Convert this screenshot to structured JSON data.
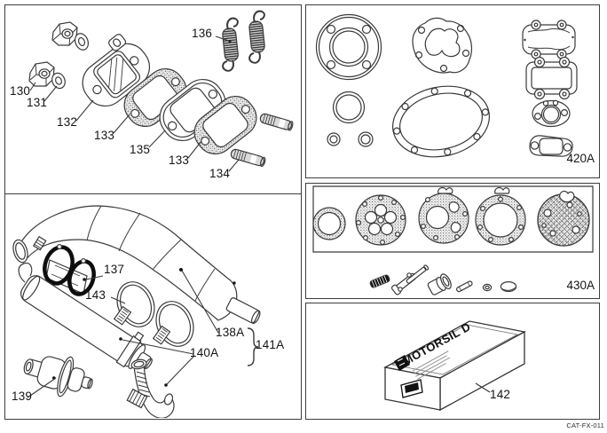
{
  "document": {
    "catalog_code": "CAT-FX-011"
  },
  "colors": {
    "line": "#3a3a3a",
    "ink": "#141414"
  },
  "manifold_panel": {
    "c130": "130",
    "c131": "131",
    "c132": "132",
    "c133a": "133",
    "c135": "135",
    "c133b": "133",
    "c134": "134",
    "c136": "136"
  },
  "gasket_kit_panel": {
    "kit_code": "420A"
  },
  "small_gasket_kit_panel": {
    "kit_code": "430A"
  },
  "sealant_panel": {
    "c142": "142",
    "product_name": "MOTORSIL D"
  },
  "exhaust_panel": {
    "c137": "137",
    "c143": "143",
    "c138a": "138A",
    "c140a": "140A",
    "c141a": "141A",
    "c139": "139"
  }
}
